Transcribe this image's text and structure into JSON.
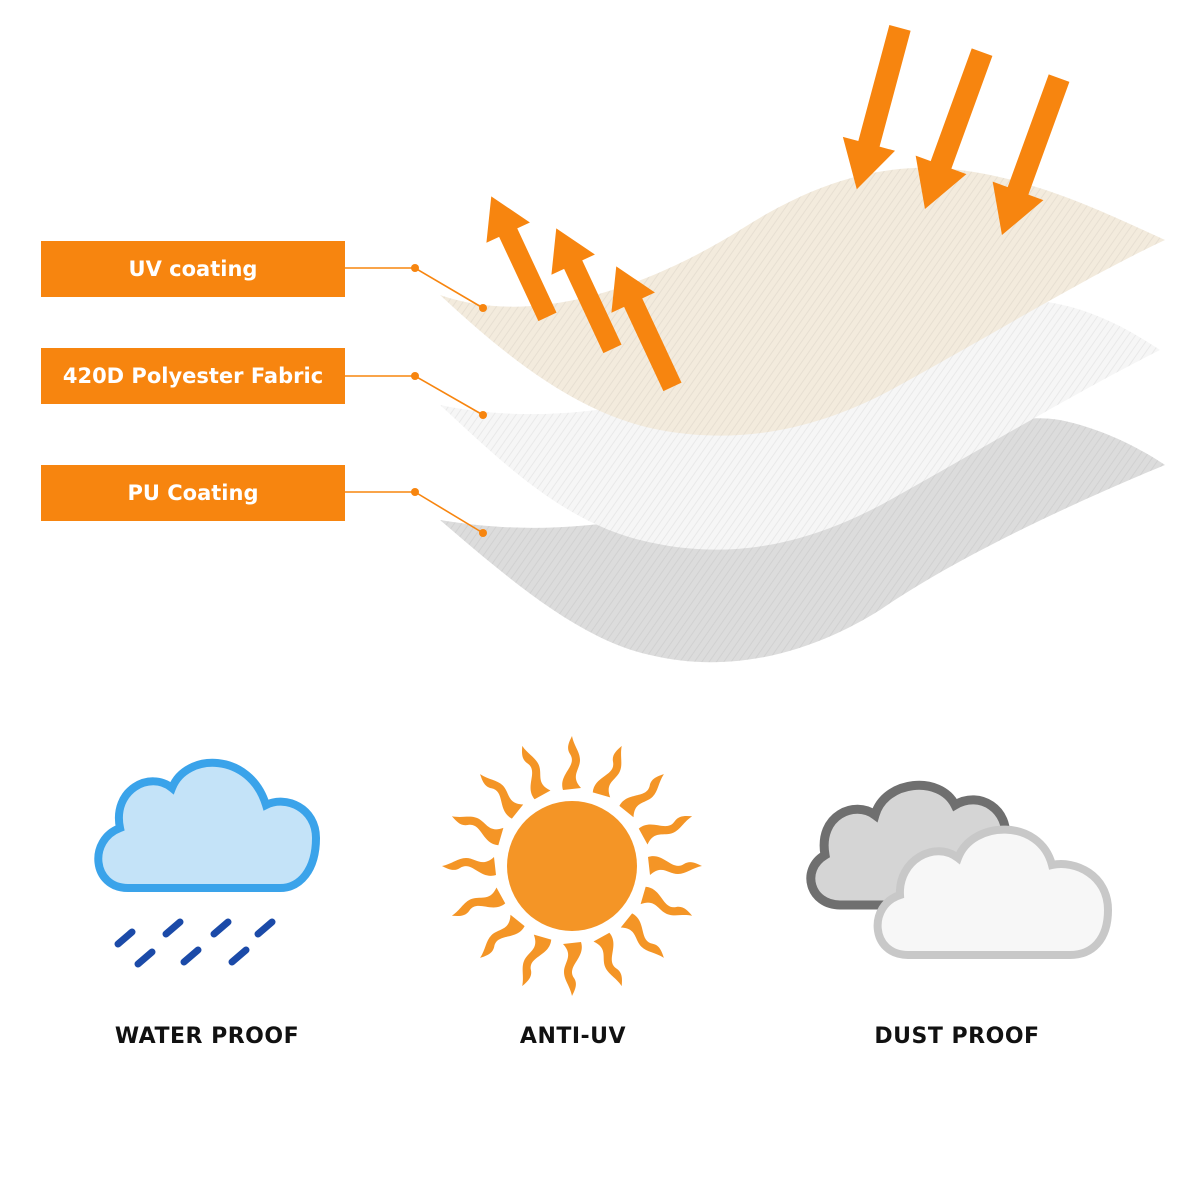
{
  "colors": {
    "accent": "#f7850f",
    "label_text": "#ffffff",
    "uv_layer": "#f3ebdd",
    "fabric_layer": "#f6f6f6",
    "pu_layer": "#dcdcdc",
    "rain_cloud_fill": "#c4e3f8",
    "rain_cloud_stroke": "#3aa3ea",
    "rain_drops": "#1b4aa8",
    "sun": "#f49526",
    "dark_cloud_fill": "#d5d5d5",
    "dark_cloud_stroke": "#6f6f6f",
    "light_cloud_fill": "#f7f7f7",
    "light_cloud_stroke": "#c8c8c8"
  },
  "layers": [
    {
      "label": "UV coating"
    },
    {
      "label": "420D Polyester Fabric"
    },
    {
      "label": "PU Coating"
    }
  ],
  "features": [
    {
      "label": "WATER PROOF",
      "icon": "rain-cloud-icon"
    },
    {
      "label": "ANTI-UV",
      "icon": "sun-icon"
    },
    {
      "label": "DUST PROOF",
      "icon": "dust-clouds-icon"
    }
  ]
}
